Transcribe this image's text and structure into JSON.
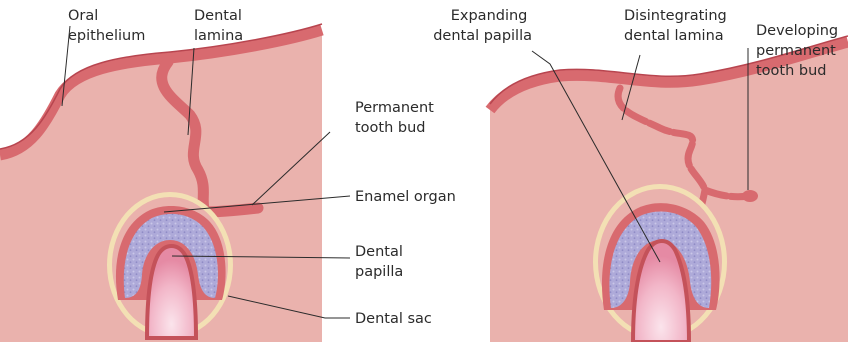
{
  "left_panel": {
    "labels": {
      "oral_epithelium": [
        "Oral",
        "epithelium"
      ],
      "dental_lamina": [
        "Dental",
        "lamina"
      ],
      "permanent_tooth_bud": [
        "Permanent",
        "tooth bud"
      ],
      "enamel_organ": [
        "Enamel organ"
      ],
      "dental_papilla": [
        "Dental",
        "papilla"
      ],
      "dental_sac": [
        "Dental sac"
      ]
    }
  },
  "right_panel": {
    "labels": {
      "expanding_dental_papilla": [
        "Expanding",
        "dental papilla"
      ],
      "disintegrating_dental_lamina": [
        "Disintegrating",
        "dental lamina"
      ],
      "developing_permanent_tooth_bud": [
        "Developing",
        "permanent",
        "tooth bud"
      ]
    }
  },
  "colors": {
    "tissue": "#eab2ad",
    "epithelium": "#d86a6f",
    "epithelium_dark": "#c4525a",
    "sac_ring": "#f3e0b4",
    "stellate": "#a9a6d6",
    "papilla": "#f2b6c8",
    "text": "#2b2b2b"
  }
}
